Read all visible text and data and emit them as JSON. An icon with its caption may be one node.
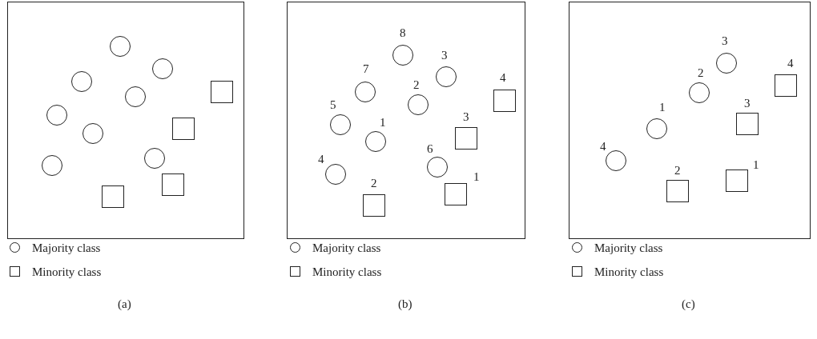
{
  "diagram": {
    "nodes": [
      {
        "text": [],
        "shape": "box"
      },
      {
        "text": [],
        "shape": "circle",
        "in": 0
      },
      {
        "text": [],
        "shape": "circle",
        "in": 0
      },
      {
        "text": [],
        "shape": "circle",
        "in": 0
      },
      {
        "text": [],
        "shape": "circle",
        "in": 0
      },
      {
        "text": [],
        "shape": "circle",
        "in": 0
      },
      {
        "text": [],
        "shape": "circle",
        "in": 0
      },
      {
        "text": [],
        "shape": "circle",
        "in": 0
      },
      {
        "text": [],
        "shape": "circle",
        "in": 0
      },
      {
        "text": [],
        "shape": "box",
        "in": 0
      },
      {
        "text": [],
        "shape": "box",
        "in": 0
      },
      {
        "text": [],
        "shape": "box",
        "in": 0
      },
      {
        "text": [],
        "shape": "box",
        "in": 0
      },
      {
        "text": [],
        "shape": "box"
      },
      {
        "text": [],
        "shape": "circle",
        "in": 13,
        "beside": [
          "8"
        ]
      },
      {
        "text": [],
        "shape": "circle",
        "in": 13,
        "beside": [
          "3"
        ]
      },
      {
        "text": [],
        "shape": "circle",
        "in": 13,
        "beside": [
          "7"
        ]
      },
      {
        "text": [],
        "shape": "circle",
        "in": 13,
        "beside": [
          "2"
        ]
      },
      {
        "text": [],
        "shape": "circle",
        "in": 13,
        "beside": [
          "5"
        ]
      },
      {
        "text": [],
        "shape": "circle",
        "in": 13,
        "beside": [
          "1"
        ]
      },
      {
        "text": [],
        "shape": "circle",
        "in": 13,
        "beside": [
          "6"
        ]
      },
      {
        "text": [],
        "shape": "circle",
        "in": 13,
        "beside": [
          "4"
        ]
      },
      {
        "text": [],
        "shape": "box",
        "in": 13,
        "beside": [
          "4"
        ]
      },
      {
        "text": [],
        "shape": "box",
        "in": 13,
        "beside": [
          "3"
        ]
      },
      {
        "text": [],
        "shape": "box",
        "in": 13,
        "beside": [
          "1"
        ]
      },
      {
        "text": [],
        "shape": "box",
        "in": 13,
        "beside": [
          "2"
        ]
      },
      {
        "text": [],
        "shape": "box"
      },
      {
        "text": [],
        "shape": "circle",
        "in": 26,
        "beside": [
          "3"
        ]
      },
      {
        "text": [],
        "shape": "circle",
        "in": 26,
        "beside": [
          "2"
        ]
      },
      {
        "text": [],
        "shape": "circle",
        "in": 26,
        "beside": [
          "1"
        ]
      },
      {
        "text": [],
        "shape": "circle",
        "in": 26,
        "beside": [
          "4"
        ]
      },
      {
        "text": [],
        "shape": "box",
        "in": 26,
        "beside": [
          "4"
        ]
      },
      {
        "text": [],
        "shape": "box",
        "in": 26,
        "beside": [
          "3"
        ]
      },
      {
        "text": [],
        "shape": "box",
        "in": 26,
        "beside": [
          "1"
        ]
      },
      {
        "text": [],
        "shape": "box",
        "in": 26,
        "beside": [
          "2"
        ]
      }
    ],
    "labels": [
      "(a)",
      "(b)",
      "(c)"
    ],
    "legend": [
      {
        "text": "Majority class"
      },
      {
        "text": "Minority class"
      },
      {
        "text": "Majority class"
      },
      {
        "text": "Minority class"
      },
      {
        "text": "Majority class"
      },
      {
        "text": "Minority class"
      }
    ]
  }
}
